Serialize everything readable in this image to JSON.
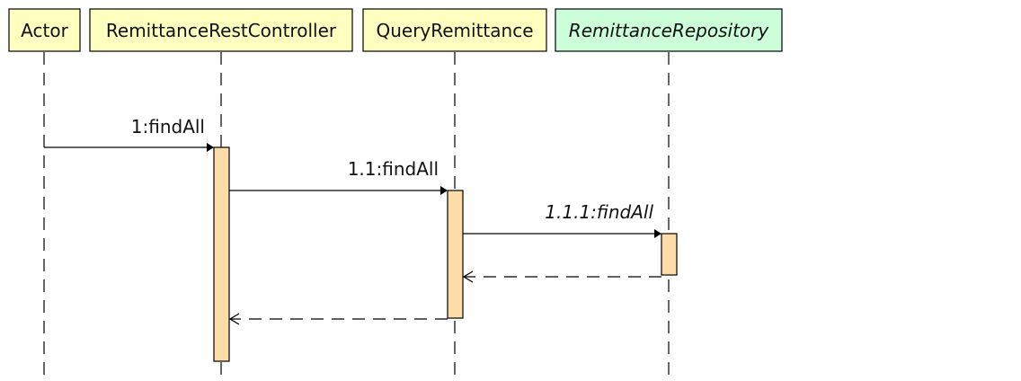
{
  "colors": {
    "class_fill": "#ffffc0",
    "interface_fill": "#ccffd9",
    "activation_fill": "#fedca8",
    "line": "#000000"
  },
  "participants": [
    {
      "label": "Actor",
      "italic": false,
      "kind": "actor"
    },
    {
      "label": "RemittanceRestController",
      "italic": false,
      "kind": "class"
    },
    {
      "label": "QueryRemittance",
      "italic": false,
      "kind": "class"
    },
    {
      "label": "RemittanceRepository",
      "italic": true,
      "kind": "interface"
    }
  ],
  "messages": [
    {
      "label": "1:findAll",
      "italic": false
    },
    {
      "label": "1.1:findAll",
      "italic": false
    },
    {
      "label": "1.1.1:findAll",
      "italic": true
    }
  ]
}
